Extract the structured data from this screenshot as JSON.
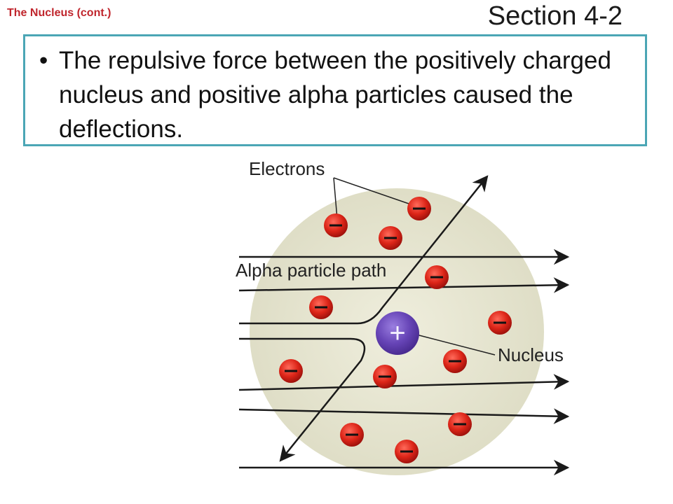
{
  "header": {
    "slide_label": "The Nucleus (cont.)",
    "section": "Section 4-2"
  },
  "bullets": [
    {
      "text": "The repulsive force between the positively charged nucleus and positive alpha particles caused the deflections."
    }
  ],
  "diagram": {
    "labels": {
      "electrons": "Electrons",
      "alpha_path": "Alpha particle path",
      "nucleus": "Nucleus"
    },
    "nucleus_sign": "+",
    "electron_sign": "−",
    "colors": {
      "atom_fill": "#e6e5d3",
      "electron": "#d9261c",
      "nucleus": "#6b46b8",
      "path": "#1a1a1a",
      "box_border": "#4ba6b5",
      "title_red": "#c0262d"
    }
  }
}
